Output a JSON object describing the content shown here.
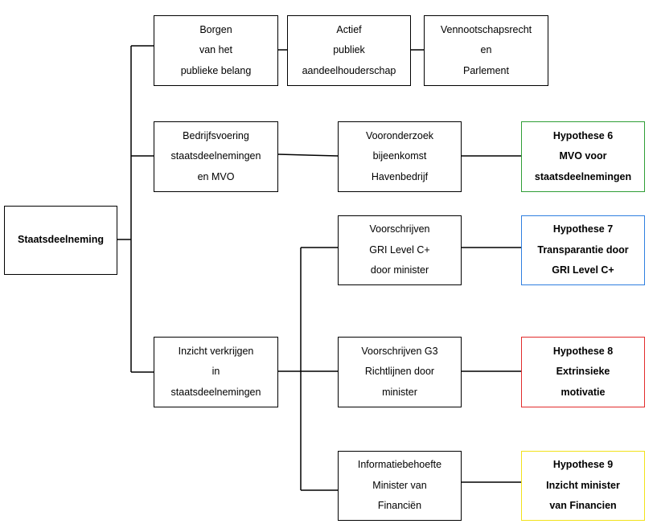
{
  "nodes": {
    "root": {
      "lines": [
        "Staatsdeelneming"
      ]
    },
    "borgen": {
      "lines": [
        "Borgen",
        "van het",
        "publieke belang"
      ]
    },
    "actief": {
      "lines": [
        "Actief",
        "publiek",
        "aandeelhouderschap"
      ]
    },
    "vennootschap": {
      "lines": [
        "Vennootschapsrecht",
        "en",
        "Parlement"
      ]
    },
    "bedrijfsvoering": {
      "lines": [
        "Bedrijfsvoering",
        "staatsdeelnemingen",
        "en MVO"
      ]
    },
    "vooronderzoek": {
      "lines": [
        "Vooronderzoek",
        "bijeenkomst",
        "Havenbedrijf"
      ]
    },
    "hyp6": {
      "lines": [
        "Hypothese 6",
        "MVO voor",
        "staatsdeelnemingen"
      ],
      "border_color": "#2e9e35"
    },
    "inzicht": {
      "lines": [
        "Inzicht verkrijgen",
        "in",
        "staatsdeelnemingen"
      ]
    },
    "gri": {
      "lines": [
        "Voorschrijven",
        "GRI Level C+",
        "door minister"
      ]
    },
    "hyp7": {
      "lines": [
        "Hypothese 7",
        "Transparantie door",
        "GRI Level C+"
      ],
      "border_color": "#2f7fe0"
    },
    "g3": {
      "lines": [
        "Voorschrijven G3",
        "Richtlijnen door",
        "minister"
      ]
    },
    "hyp8": {
      "lines": [
        "Hypothese 8",
        "Extrinsieke",
        "motivatie"
      ],
      "border_color": "#e22b2b"
    },
    "info": {
      "lines": [
        "Informatiebehoefte",
        "Minister van",
        "Financiën"
      ]
    },
    "hyp9": {
      "lines": [
        "Hypothese 9",
        "Inzicht minister",
        "van Financien"
      ],
      "border_color": "#f2e21a"
    }
  }
}
